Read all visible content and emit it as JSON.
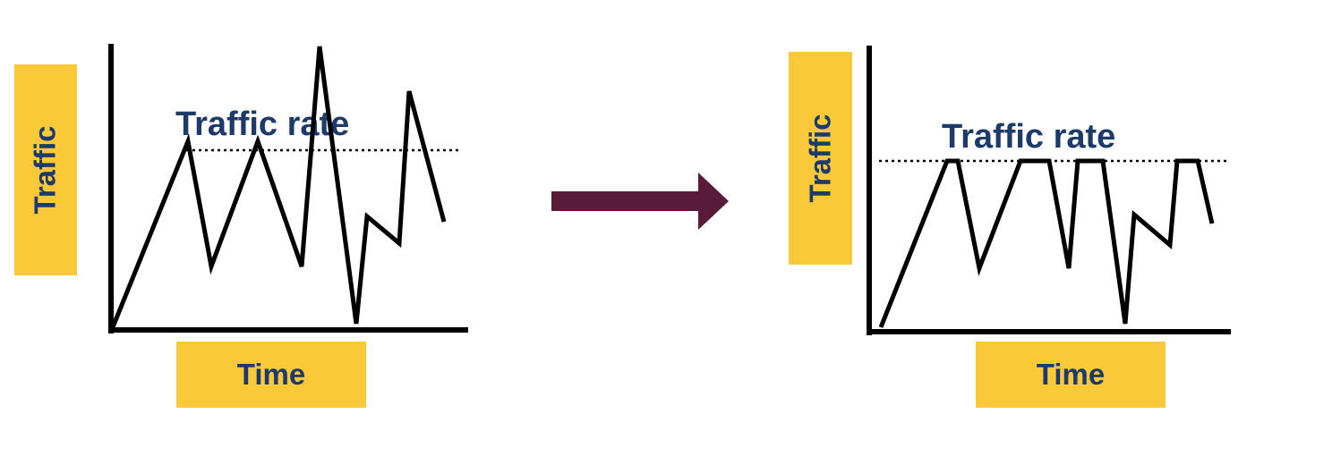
{
  "left_panel": {
    "y_label": "Traffic",
    "x_label": "Time",
    "rate_label": "Traffic rate"
  },
  "right_panel": {
    "y_label": "Traffic",
    "x_label": "Time",
    "rate_label": "Traffic rate"
  },
  "arrow": {
    "icon": "right-arrow-icon",
    "color": "#5a1a3a"
  },
  "colors": {
    "label_box": "#f9c93a",
    "label_text": "#1d3a6b",
    "line": "#000000"
  }
}
